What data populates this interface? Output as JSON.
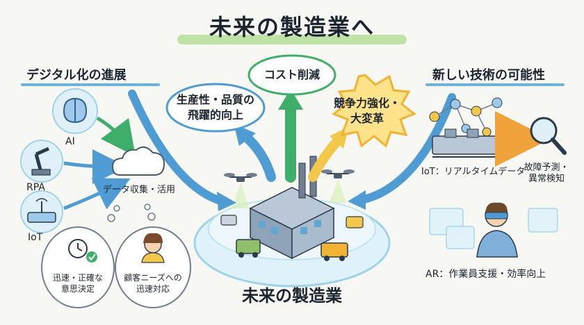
{
  "title": "未来の製造業へ",
  "left": {
    "heading": "デジタル化の進展",
    "items": [
      "AI",
      "RPA",
      "IoT"
    ],
    "cloud_label": "データ収集・活用",
    "thoughts": [
      {
        "line1": "迅速・正確な",
        "line2": "意思決定"
      },
      {
        "line1": "顧客ニーズへの",
        "line2": "迅速対応"
      }
    ]
  },
  "center": {
    "label": "未来の製造業",
    "bubbles": [
      {
        "line1": "生産性・品質の",
        "line2": "飛躍的向上"
      },
      {
        "line1": "コスト削減",
        "line2": ""
      },
      {
        "line1": "競争力強化・",
        "line2": "大変革"
      }
    ]
  },
  "right": {
    "heading": "新しい技術の可能性",
    "iot_label": "IoT：リアルタイムデータ",
    "predict": {
      "line1": "故障予測・",
      "line2": "異常検知"
    },
    "ar_label": "AR：作業員支援・効率向上"
  },
  "colors": {
    "title_highlight": "#bfe3a6",
    "arrow_blue": "#4f9bd3",
    "arrow_green": "#3fae6a",
    "arrow_yellow": "#f2c84b",
    "burst": "#ffe38a",
    "ring": "#cfeaf6"
  }
}
